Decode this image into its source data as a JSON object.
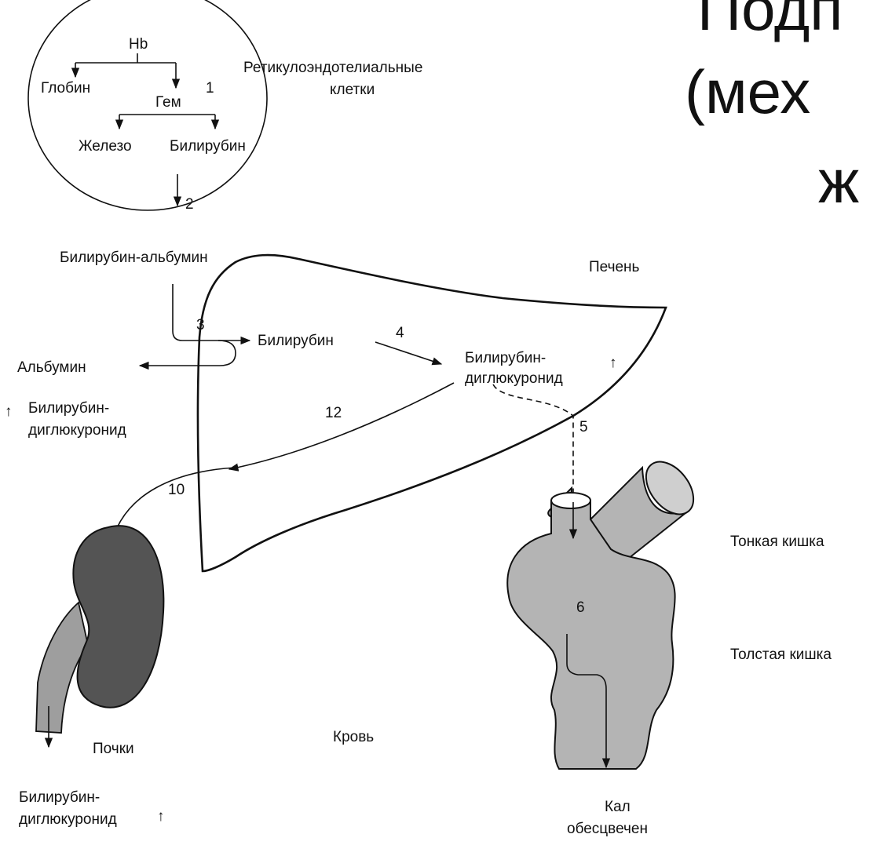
{
  "title": {
    "line1": "Подп",
    "line2": "(мех",
    "line3": "ж"
  },
  "labels": {
    "hb": "Hb",
    "globin": "Глобин",
    "gem": "Гем",
    "iron": "Железо",
    "bilirubin_cell": "Билирубин",
    "re_cells_1": "Ретикулоэндотелиальные",
    "re_cells_2": "клетки",
    "bili_albumin": "Билирубин-альбумин",
    "liver": "Печень",
    "albumin": "Альбумин",
    "bilirubin_liver": "Билирубин",
    "bdg_liver_1": "Билирубин-",
    "bdg_liver_2": "диглюкуронид",
    "bdg_left_1": "Билирубин-",
    "bdg_left_2": "диглюкуронид",
    "small_intestine": "Тонкая кишка",
    "large_intestine": "Толстая кишка",
    "kidneys": "Почки",
    "blood": "Кровь",
    "bdg_bottom_1": "Билирубин-",
    "bdg_bottom_2": "диглюкуронид",
    "feces_1": "Кал",
    "feces_2": "обесцвечен"
  },
  "steps": {
    "s1": "1",
    "s2": "2",
    "s3": "3",
    "s4": "4",
    "s5": "5",
    "s6": "6",
    "s10": "10",
    "s12": "12"
  },
  "indicators": {
    "increase": "↑"
  },
  "colors": {
    "line": "#111111",
    "kidney": "#545454",
    "ureter": "#9e9e9e",
    "intestine": "#b4b4b4"
  }
}
